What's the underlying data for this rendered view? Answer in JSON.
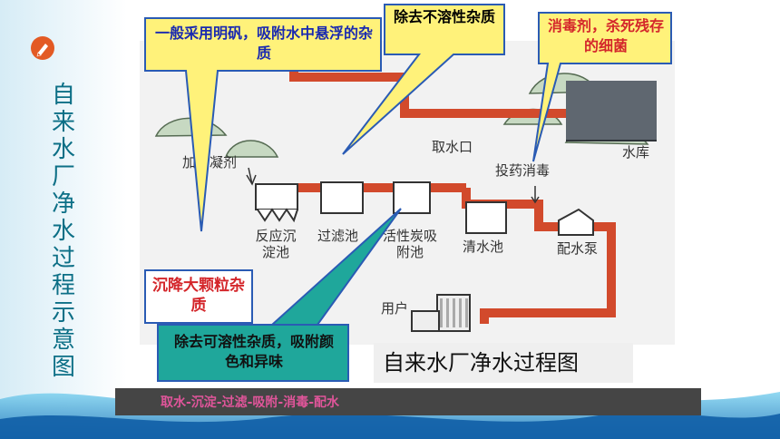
{
  "slide": {
    "vertical_title": "自来水厂净水过程示意图"
  },
  "diagram": {
    "labels": {
      "coagulant": "加絮凝剂",
      "intake": "取水口",
      "reservoir": "水库",
      "disinfect": "投药消毒",
      "reaction_tank": "反应沉淀池",
      "filter_tank": "过滤池",
      "carbon_tank": "活性炭吸附池",
      "clear_tank": "清水池",
      "pump": "配水泵",
      "user": "用户"
    },
    "caption": "自来水厂净水过程图"
  },
  "callouts": {
    "alum": "一般采用明矾，吸附水中悬浮的杂质",
    "insoluble": "除去不溶性杂质",
    "disinfectant": "消毒剂，杀死残存的细菌",
    "sediment": "沉降大颗粒杂质",
    "soluble": "除去可溶性杂质，吸附颜色和异味"
  },
  "banner": {
    "text": "取水-沉淀-过滤-吸附-消毒-配水"
  },
  "colors": {
    "title": "#0c6f86",
    "pipe": "#d24a2c",
    "callout_yellow": "#fff27a",
    "callout_teal": "#1fa79b",
    "callout_red_text": "#d4262b",
    "callout_blue_text": "#1a2ab0",
    "banner_bg": "#454545",
    "banner_text": "#e0559a"
  }
}
